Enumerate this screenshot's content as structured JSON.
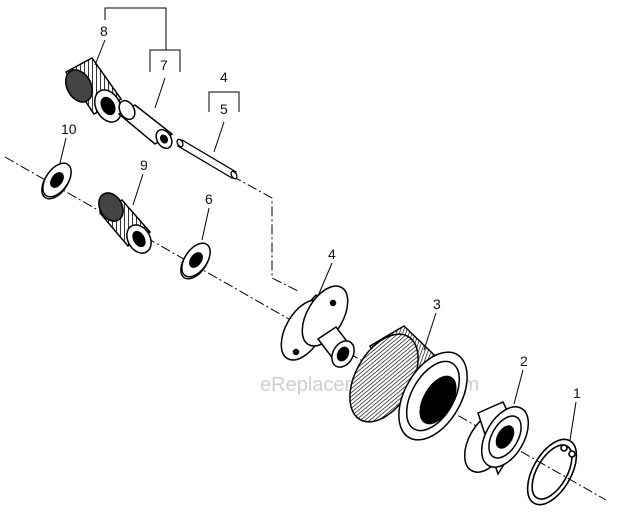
{
  "diagram": {
    "watermark": "eReplacementParts.com",
    "callouts": {
      "c1": "1",
      "c2": "2",
      "c3": "3",
      "c4a": "4",
      "c4b": "4",
      "c5": "5",
      "c6": "6",
      "c7": "7",
      "c8": "8",
      "c9": "9",
      "c10": "10"
    }
  }
}
